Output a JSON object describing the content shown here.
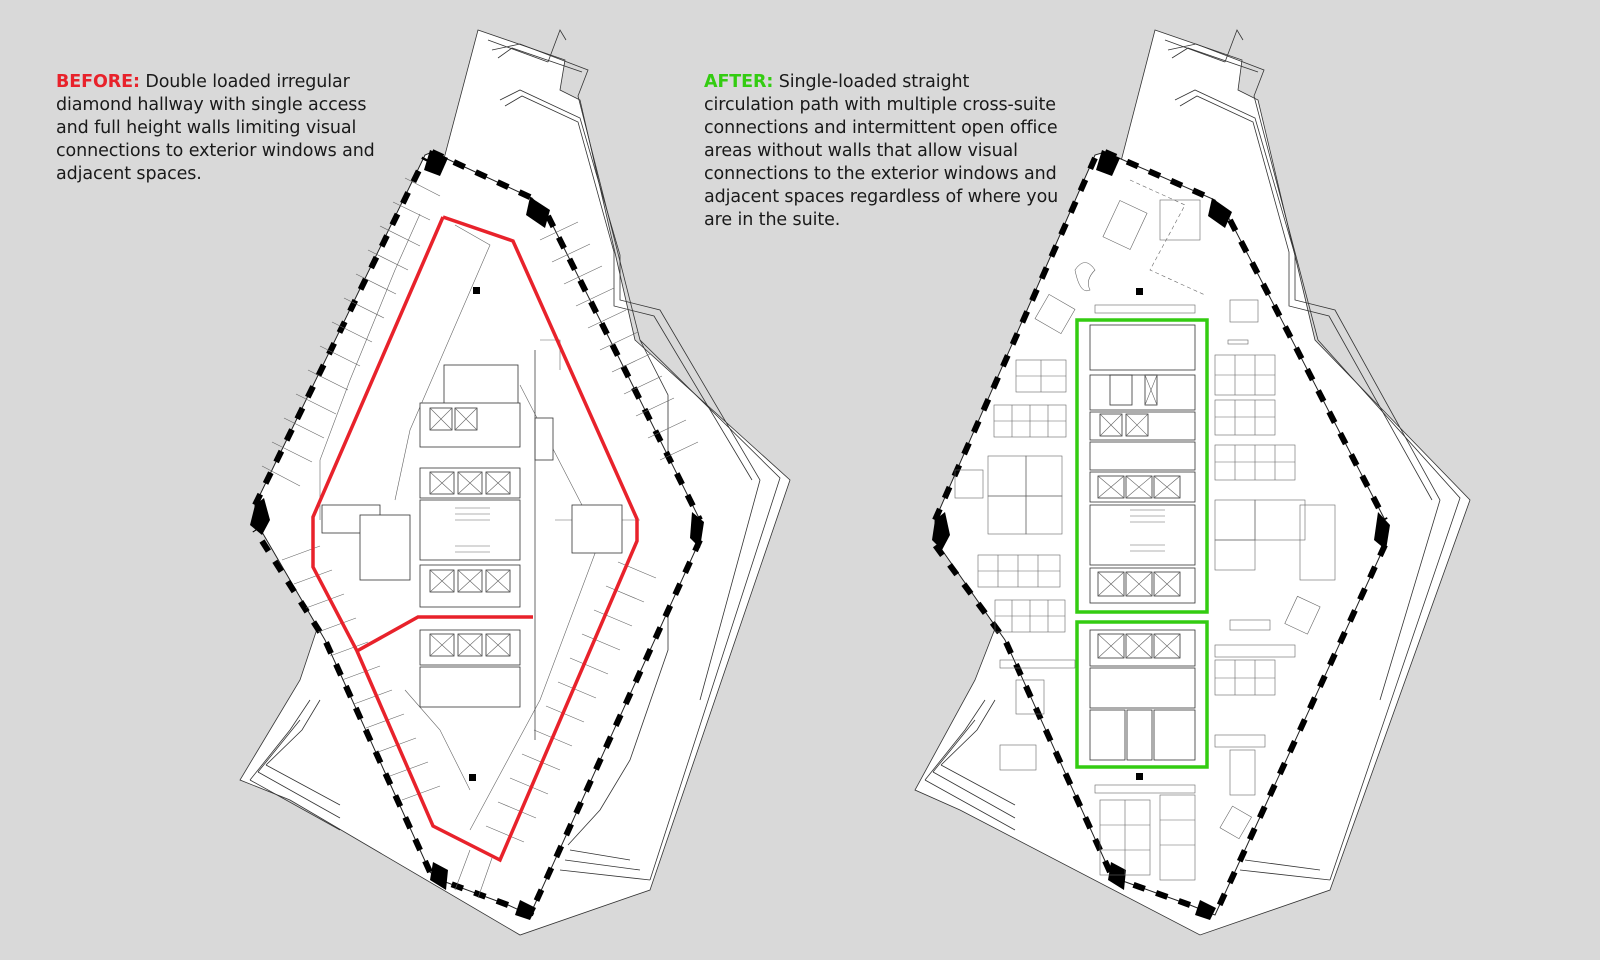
{
  "before": {
    "label": "BEFORE:",
    "label_color": "#e8222b",
    "description": "Double loaded irregular diamond hallway with single access and full height walls limiting visual connections to exterior windows and adjacent spaces.",
    "path_color": "#e8222b"
  },
  "after": {
    "label": "AFTER:",
    "label_color": "#33cc11",
    "description": "Single-loaded straight circulation path with multiple cross-suite connections and intermittent open office areas without walls that allow visual connections to the exterior windows and adjacent spaces regardless of where you are in the suite.",
    "path_color": "#33cc11"
  },
  "colors": {
    "background": "#d9d9d9",
    "floor": "#ffffff",
    "column": "#000000",
    "line": "#333333"
  }
}
